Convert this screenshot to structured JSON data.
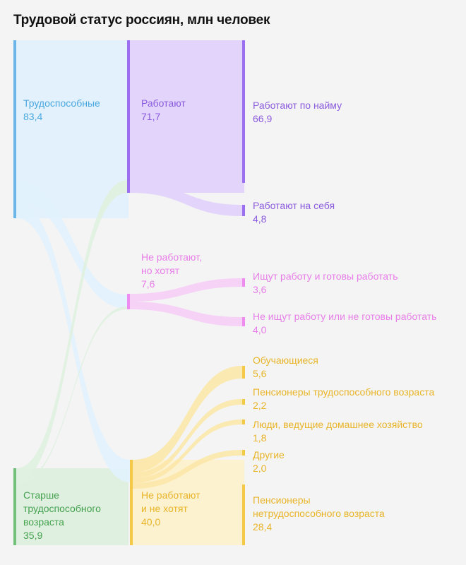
{
  "title": "Трудовой статус россиян, млн человек",
  "colors": {
    "blue": "#6bb6e8",
    "blue_fill": "#e2f1fc",
    "green": "#72c07a",
    "green_fill": "#dff0e0",
    "purple": "#9c6ef0",
    "purple_fill": "#e2d4fb",
    "pink": "#ee8cef",
    "yellow": "#f3c947",
    "yellow_fill": "#fdf2cf",
    "text_blue": "#4aa8e0",
    "text_green": "#45a24f",
    "text_purple": "#8b5bdd",
    "text_pink": "#e77ee8",
    "text_yellow": "#e8b428"
  },
  "chart_data": {
    "type": "sankey",
    "title": "Трудовой статус россиян, млн человек",
    "nodes": [
      {
        "id": "able",
        "name": "Трудоспособные",
        "value": "83,4",
        "color": "blue"
      },
      {
        "id": "older",
        "name": "Старше трудоспособного возраста",
        "value": "35,9",
        "color": "green"
      },
      {
        "id": "work",
        "name": "Работают",
        "value": "71,7",
        "color": "purple"
      },
      {
        "id": "want",
        "name": "Не работают, но хотят",
        "value": "7,6",
        "color": "pink"
      },
      {
        "id": "nowant",
        "name": "Не работают и не хотят",
        "value": "40,0",
        "color": "yellow"
      },
      {
        "id": "hired",
        "name": "Работают по найму",
        "value": "66,9",
        "color": "purple"
      },
      {
        "id": "self",
        "name": "Работают на себя",
        "value": "4,8",
        "color": "purple"
      },
      {
        "id": "seek",
        "name": "Ищут работу и готовы работать",
        "value": "3,6",
        "color": "pink"
      },
      {
        "id": "noseek",
        "name": "Не ищут работу или не готовы работать",
        "value": "4,0",
        "color": "pink"
      },
      {
        "id": "students",
        "name": "Обучающиеся",
        "value": "5,6",
        "color": "yellow"
      },
      {
        "id": "penswork",
        "name": "Пенсионеры трудоспособного возраста",
        "value": "2,2",
        "color": "yellow"
      },
      {
        "id": "house",
        "name": "Люди, ведущие домашнее хозяйство",
        "value": "1,8",
        "color": "yellow"
      },
      {
        "id": "other",
        "name": "Другие",
        "value": "2,0",
        "color": "yellow"
      },
      {
        "id": "pensold",
        "name": "Пенсионеры нетрудоспособного возраста",
        "value": "28,4",
        "color": "yellow"
      }
    ],
    "links": [
      {
        "source": "able",
        "target": "work",
        "value": 67.7
      },
      {
        "source": "able",
        "target": "want",
        "value": 7.4
      },
      {
        "source": "able",
        "target": "nowant",
        "value": 8.3
      },
      {
        "source": "older",
        "target": "work",
        "value": 4.0
      },
      {
        "source": "older",
        "target": "want",
        "value": 0.2
      },
      {
        "source": "older",
        "target": "nowant",
        "value": 31.7
      },
      {
        "source": "work",
        "target": "hired",
        "value": 66.9
      },
      {
        "source": "work",
        "target": "self",
        "value": 4.8
      },
      {
        "source": "want",
        "target": "seek",
        "value": 3.6
      },
      {
        "source": "want",
        "target": "noseek",
        "value": 4.0
      },
      {
        "source": "nowant",
        "target": "students",
        "value": 5.6
      },
      {
        "source": "nowant",
        "target": "penswork",
        "value": 2.2
      },
      {
        "source": "nowant",
        "target": "house",
        "value": 1.8
      },
      {
        "source": "nowant",
        "target": "other",
        "value": 2.0
      },
      {
        "source": "nowant",
        "target": "pensold",
        "value": 28.4
      }
    ]
  },
  "labels": {
    "able": {
      "lines": [
        "Трудоспособные"
      ],
      "value": "83,4"
    },
    "older": {
      "lines": [
        "Старше",
        "трудоспособного",
        "возраста"
      ],
      "value": "35,9"
    },
    "work": {
      "lines": [
        "Работают"
      ],
      "value": "71,7"
    },
    "want": {
      "lines": [
        "Не работают,",
        "но хотят"
      ],
      "value": "7,6"
    },
    "nowant": {
      "lines": [
        "Не работают",
        "и не хотят"
      ],
      "value": "40,0"
    },
    "hired": {
      "lines": [
        "Работают по найму"
      ],
      "value": "66,9"
    },
    "self": {
      "lines": [
        "Работают на себя"
      ],
      "value": "4,8"
    },
    "seek": {
      "lines": [
        "Ищут работу и готовы работать"
      ],
      "value": "3,6"
    },
    "noseek": {
      "lines": [
        "Не ищут работу или не готовы работать"
      ],
      "value": "4,0"
    },
    "students": {
      "lines": [
        "Обучающиеся"
      ],
      "value": "5,6"
    },
    "penswork": {
      "lines": [
        "Пенсионеры трудоспособного возраста"
      ],
      "value": "2,2"
    },
    "house": {
      "lines": [
        "Люди, ведущие домашнее хозяйство"
      ],
      "value": "1,8"
    },
    "other": {
      "lines": [
        "Другие"
      ],
      "value": "2,0"
    },
    "pensold": {
      "lines": [
        "Пенсионеры",
        "нетрудоспособного возраста"
      ],
      "value": "28,4"
    }
  }
}
